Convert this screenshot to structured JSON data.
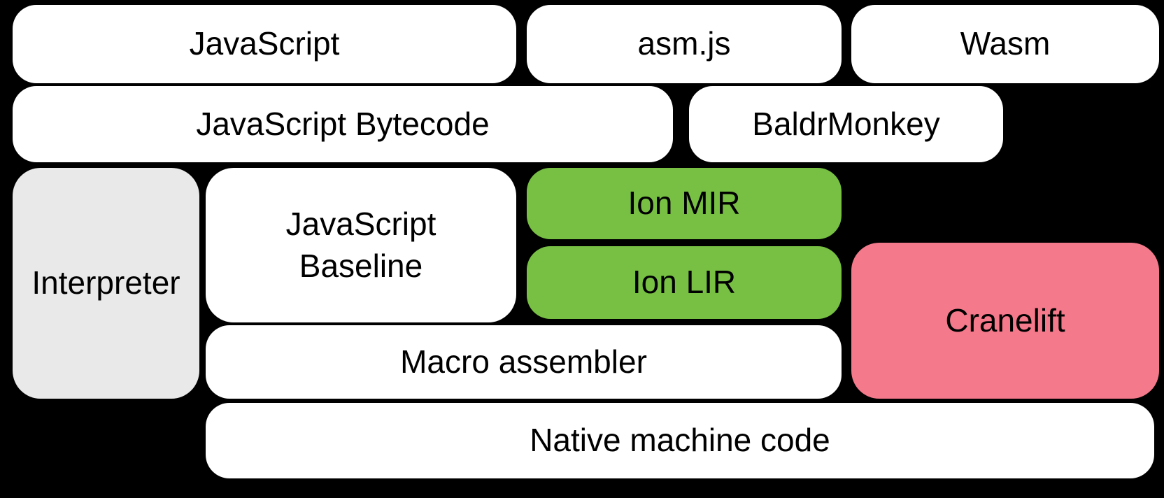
{
  "diagram": {
    "background_color": "#000000",
    "text_color": "#000000",
    "colors": {
      "white_box": "#ffffff",
      "gray_box": "#e9e9e9",
      "green_box": "#77c043",
      "pink_box": "#f4798b"
    },
    "boxes": {
      "javascript": {
        "label": "JavaScript",
        "color": "#ffffff"
      },
      "asmjs": {
        "label": "asm.js",
        "color": "#ffffff"
      },
      "wasm": {
        "label": "Wasm",
        "color": "#ffffff"
      },
      "bytecode": {
        "label": "JavaScript Bytecode",
        "color": "#ffffff"
      },
      "baldrmonkey": {
        "label": "BaldrMonkey",
        "color": "#ffffff"
      },
      "interpreter": {
        "label": "Interpreter",
        "color": "#e9e9e9"
      },
      "baseline": {
        "label": "JavaScript Baseline",
        "color": "#ffffff"
      },
      "ion_mir": {
        "label": "Ion MIR",
        "color": "#77c043"
      },
      "ion_lir": {
        "label": "Ion LIR",
        "color": "#77c043"
      },
      "cranelift": {
        "label": "Cranelift",
        "color": "#f4798b"
      },
      "macro_assembler": {
        "label": "Macro assembler",
        "color": "#ffffff"
      },
      "native_machine_code": {
        "label": "Native machine code",
        "color": "#ffffff"
      }
    }
  }
}
